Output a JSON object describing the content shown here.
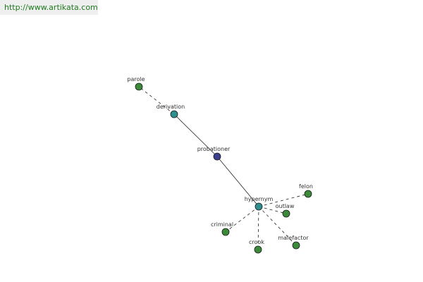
{
  "watermark": {
    "text": "http://www.artikata.com"
  },
  "colors": {
    "central_node": "#3d3f8f",
    "relation_node": "#2f8f8f",
    "leaf_node": "#3a8a3a",
    "edge": "#222222",
    "watermark_text": "#1e7a1e"
  },
  "graph": {
    "nodes": [
      {
        "id": "probationer",
        "label": "probationer",
        "kind": "central"
      },
      {
        "id": "derivation",
        "label": "derivation",
        "kind": "relation"
      },
      {
        "id": "hypernym",
        "label": "hypernym",
        "kind": "relation"
      },
      {
        "id": "parole",
        "label": "parole",
        "kind": "leaf"
      },
      {
        "id": "felon",
        "label": "felon",
        "kind": "leaf"
      },
      {
        "id": "outlaw",
        "label": "outlaw",
        "kind": "leaf"
      },
      {
        "id": "criminal",
        "label": "criminal",
        "kind": "leaf"
      },
      {
        "id": "crook",
        "label": "crook",
        "kind": "leaf"
      },
      {
        "id": "malefactor",
        "label": "malefactor",
        "kind": "leaf"
      }
    ],
    "edges": [
      {
        "from": "probationer",
        "to": "derivation",
        "style": "solid"
      },
      {
        "from": "probationer",
        "to": "hypernym",
        "style": "solid"
      },
      {
        "from": "derivation",
        "to": "parole",
        "style": "dashed"
      },
      {
        "from": "hypernym",
        "to": "felon",
        "style": "dashed"
      },
      {
        "from": "hypernym",
        "to": "outlaw",
        "style": "dashed"
      },
      {
        "from": "hypernym",
        "to": "criminal",
        "style": "dashed"
      },
      {
        "from": "hypernym",
        "to": "crook",
        "style": "dashed"
      },
      {
        "from": "hypernym",
        "to": "malefactor",
        "style": "dashed"
      }
    ]
  }
}
